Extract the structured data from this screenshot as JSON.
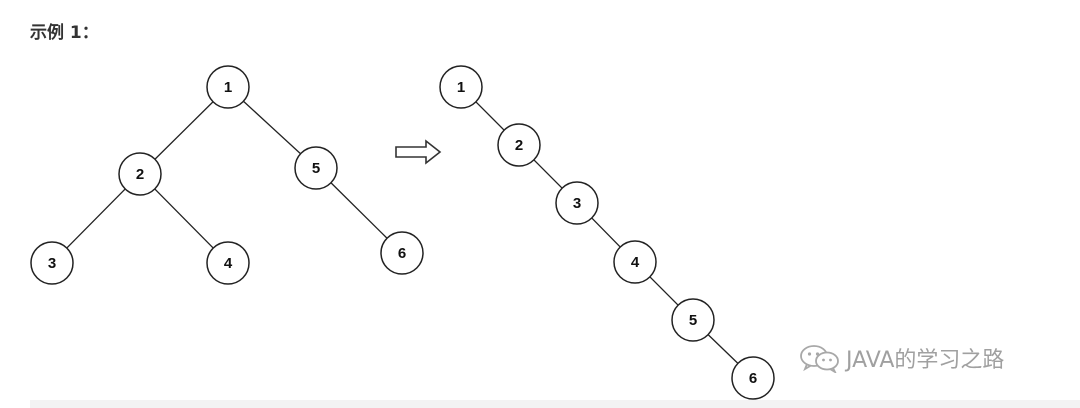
{
  "heading": "示例 1：",
  "diagram": {
    "left_tree": {
      "nodes": [
        {
          "id": "n1",
          "label": "1"
        },
        {
          "id": "n2",
          "label": "2"
        },
        {
          "id": "n5",
          "label": "5"
        },
        {
          "id": "n3",
          "label": "3"
        },
        {
          "id": "n4",
          "label": "4"
        },
        {
          "id": "n6",
          "label": "6"
        }
      ],
      "edges": [
        [
          "n1",
          "n2"
        ],
        [
          "n1",
          "n5"
        ],
        [
          "n2",
          "n3"
        ],
        [
          "n2",
          "n4"
        ],
        [
          "n5",
          "n6"
        ]
      ]
    },
    "right_chain": {
      "nodes": [
        {
          "id": "m1",
          "label": "1"
        },
        {
          "id": "m2",
          "label": "2"
        },
        {
          "id": "m3",
          "label": "3"
        },
        {
          "id": "m4",
          "label": "4"
        },
        {
          "id": "m5",
          "label": "5"
        },
        {
          "id": "m6",
          "label": "6"
        }
      ],
      "edges": [
        [
          "m1",
          "m2"
        ],
        [
          "m2",
          "m3"
        ],
        [
          "m3",
          "m4"
        ],
        [
          "m4",
          "m5"
        ],
        [
          "m5",
          "m6"
        ]
      ]
    },
    "arrow_icon": "hollow-right-arrow-icon"
  },
  "watermark": {
    "icon": "wechat-icon",
    "text": "JAVA的学习之路"
  }
}
